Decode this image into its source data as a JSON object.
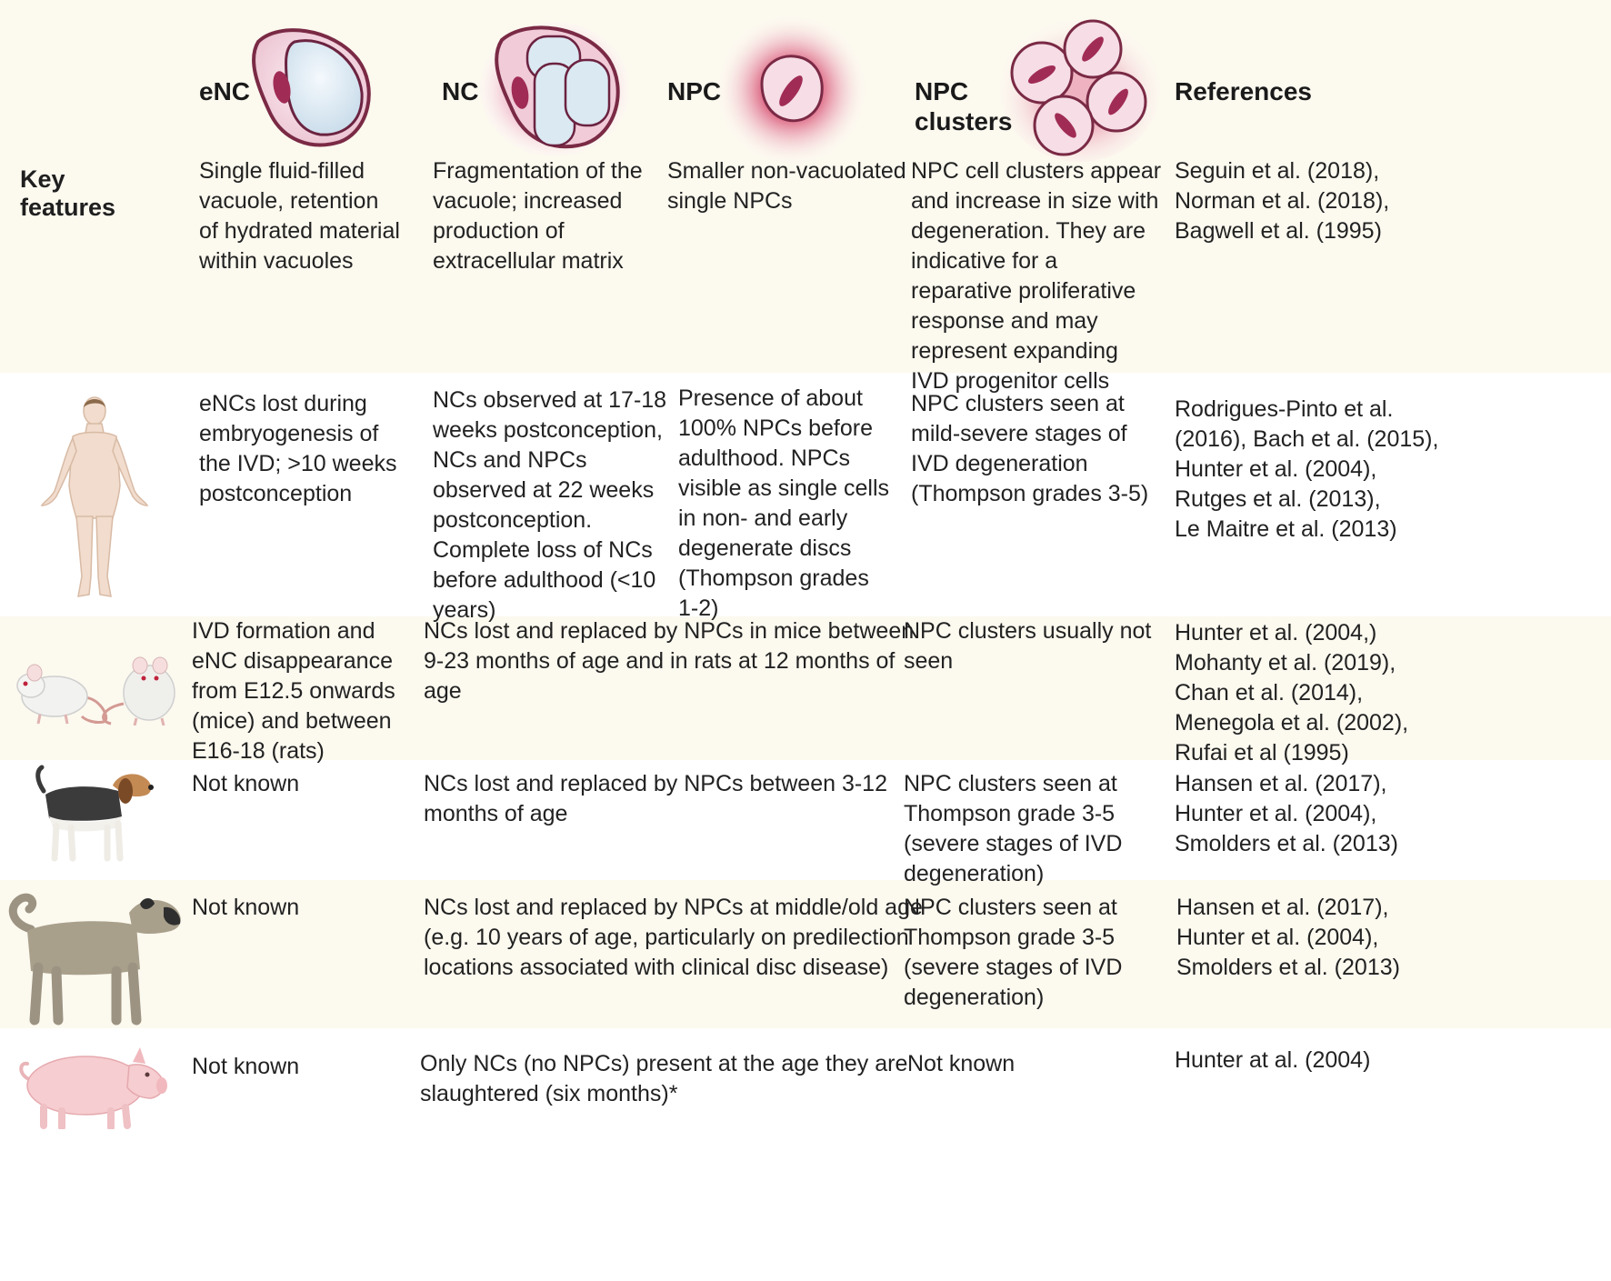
{
  "headers": {
    "enc": "eNC",
    "nc": "NC",
    "npc": "NPC",
    "npc_clusters": "NPC\nclusters",
    "references": "References"
  },
  "rows": {
    "key_features": {
      "label": "Key\nfeatures",
      "enc": "Single fluid-filled\nvacuole, retention\nof hydrated material\nwithin vacuoles",
      "nc": "Fragmentation of the\nvacuole; increased\nproduction of\nextracellular matrix",
      "npc": "Smaller non-vacuolated\nsingle NPCs",
      "npc_clusters": "NPC cell clusters appear\nand increase in size with\ndegeneration. They are\nindicative for a\nreparative proliferative\nresponse and may\nrepresent expanding\nIVD progenitor cells",
      "references": "Seguin et al. (2018),\nNorman et al. (2018),\nBagwell et al. (1995)"
    },
    "human": {
      "icon": "human-figure-icon",
      "enc": "eNCs lost during\nembryogenesis of\nthe IVD; >10 weeks\npostconception",
      "nc": "NCs observed at 17-18\nweeks  postconception,\nNCs and NPCs\nobserved at 22 weeks\npostconception.\nComplete loss of NCs\nbefore adulthood (<10\nyears)",
      "npc": "Presence of about\n100% NPCs before\nadulthood. NPCs\nvisible as single cells\nin non- and early\ndegenerate discs\n(Thompson grades\n1-2)",
      "npc_clusters": "NPC clusters seen at\nmild-severe stages of\nIVD degeneration\n(Thompson grades 3-5)",
      "references": "Rodrigues-Pinto et al.\n(2016), Bach et al. (2015),\nHunter et al. (2004),\nRutges et al. (2013),\nLe Maitre et al. (2013)"
    },
    "rodent": {
      "icon": "mouse-and-rat-icon",
      "enc": "IVD formation and\neNC disappearance\nfrom E12.5 onwards\n(mice) and between\nE16-18 (rats)",
      "nc_npc": "NCs lost and replaced by NPCs in mice between\n9-23 months of age and in rats at 12 months of\nage",
      "npc_clusters": "NPC clusters usually not\nseen",
      "references": "Hunter et al. (2004,)\nMohanty et al. (2019),\nChan et al. (2014),\nMenegola et al. (2002),\nRufai et al (1995)"
    },
    "beagle": {
      "icon": "beagle-dog-icon",
      "enc": "Not known",
      "nc_npc": "NCs lost and replaced by NPCs between 3-12\nmonths of age",
      "npc_clusters": "NPC clusters seen at\nThompson grade 3-5\n(severe stages of IVD\ndegeneration)",
      "references": "Hansen et al. (2017),\nHunter et al. (2004),\nSmolders et al. (2013)"
    },
    "large_dog": {
      "icon": "large-dog-icon",
      "enc": "Not known",
      "nc_npc": "NCs lost and replaced by NPCs at middle/old age\n(e.g. 10 years of age, particularly on predilection\nlocations associated with clinical disc disease)",
      "npc_clusters": "NPC clusters seen at\nThompson grade 3-5\n(severe stages of IVD\ndegeneration)",
      "references": "Hansen et al. (2017),\nHunter et al. (2004),\nSmolders et al. (2013)"
    },
    "pig": {
      "icon": "pig-icon",
      "enc": "Not known",
      "nc_npc": "Only NCs (no NPCs) present at the age they are\nslaughtered (six months)*",
      "npc_clusters": "Not known",
      "references": "Hunter at al. (2004)"
    }
  },
  "colors": {
    "band_tint": "#fcf9ef",
    "cell_membrane": "#7a2a45",
    "cell_fill": "#f3d9e2",
    "nucleus": "#a02c55",
    "vacuole": "#dbe9f3",
    "glow": "#d2335e"
  }
}
